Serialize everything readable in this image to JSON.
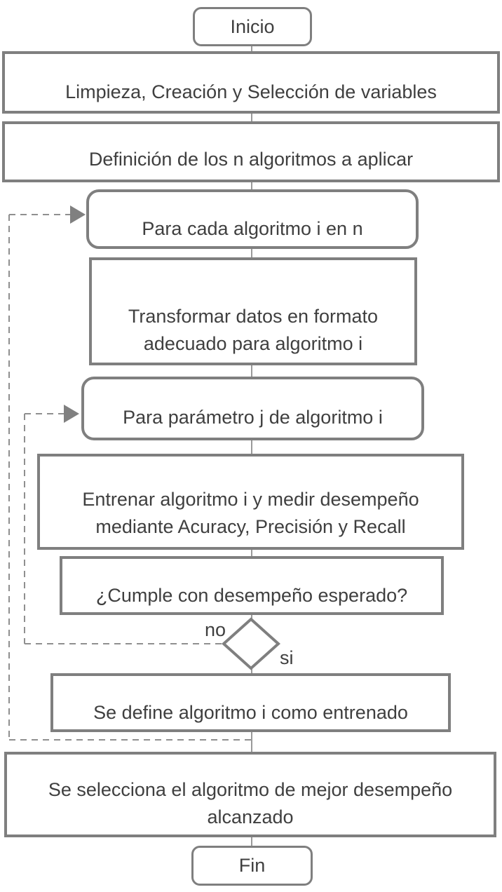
{
  "diagram_type": "flowchart",
  "language": "es",
  "nodes": {
    "inicio": {
      "label": "Inicio",
      "shape": "terminator"
    },
    "limpieza": {
      "label": "Limpieza, Creación y Selección de variables",
      "shape": "process"
    },
    "definicion": {
      "label": "Definición de los n algoritmos a aplicar",
      "shape": "process"
    },
    "para_cada": {
      "label": "Para cada algoritmo i en n",
      "shape": "loop"
    },
    "transformar": {
      "label": "Transformar datos en formato\nadecuado para algoritmo i",
      "shape": "process"
    },
    "para_parametro": {
      "label": "Para parámetro j de algoritmo i",
      "shape": "loop"
    },
    "entrenar": {
      "label": "Entrenar algoritmo i y medir desempeño\nmediante Acuracy, Precisión y Recall",
      "shape": "process"
    },
    "cumple": {
      "label": "¿Cumple con desempeño esperado?",
      "shape": "process"
    },
    "decision": {
      "label": "",
      "shape": "diamond"
    },
    "se_define": {
      "label": "Se define algoritmo i como entrenado",
      "shape": "process"
    },
    "se_selecciona": {
      "label": "Se selecciona el algoritmo de mejor desempeño\nalcanzado",
      "shape": "process"
    },
    "fin": {
      "label": "Fin",
      "shape": "terminator"
    }
  },
  "edges": {
    "no_label": "no",
    "si_label": "si",
    "loops": [
      {
        "from": "decision(no)",
        "to": "para_parametro",
        "style": "dashed"
      },
      {
        "from": "se_define",
        "to": "para_cada",
        "style": "dashed"
      }
    ]
  },
  "colors": {
    "border": "#7f7f7f",
    "text": "#3f3f3f",
    "connector": "#9a9a9a",
    "dashed_line": "#8f8f8f",
    "background": "#ffffff"
  }
}
